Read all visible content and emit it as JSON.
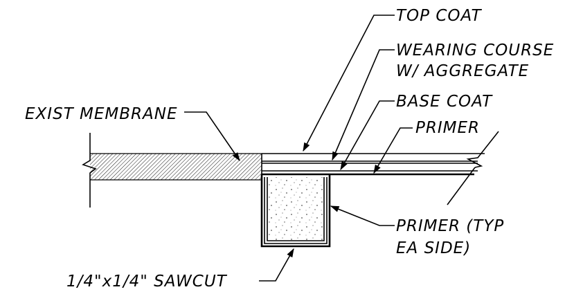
{
  "labels": {
    "top_coat": "TOP COAT",
    "wearing_course_1": "WEARING COURSE",
    "wearing_course_2": "W/ AGGREGATE",
    "base_coat": "BASE COAT",
    "primer": "PRIMER",
    "exist_membrane": "EXIST MEMBRANE",
    "primer_typ_1": "PRIMER (TYP",
    "primer_typ_2": "EA SIDE)",
    "sawcut": "1/4\"x1/4\" SAWCUT"
  }
}
